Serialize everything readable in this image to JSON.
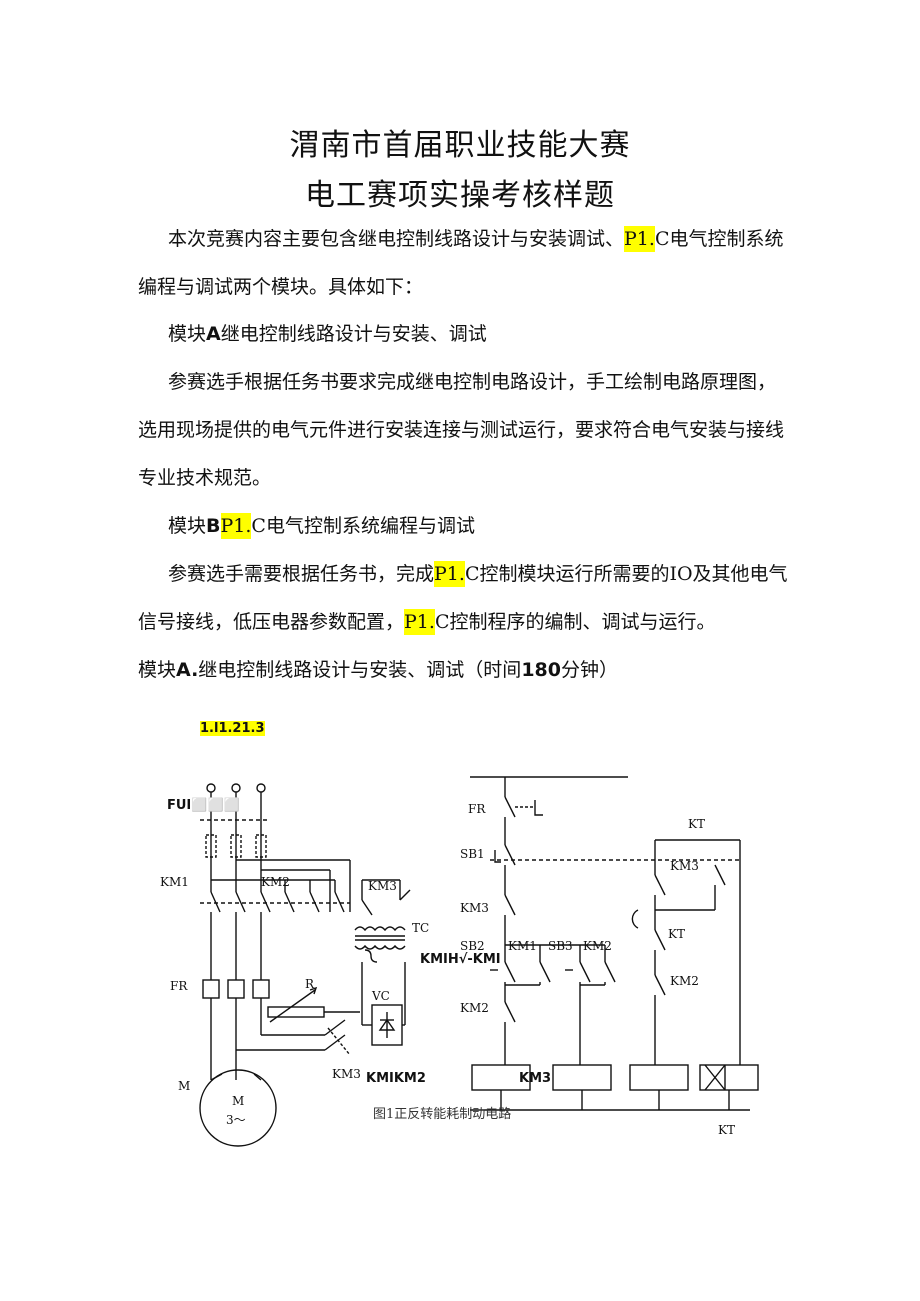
{
  "title": {
    "line1": "渭南市首届职业技能大赛",
    "line2": "电工赛项实操考核样题"
  },
  "intro": {
    "p1_a": "本次竞赛内容主要包含继电控制线路设计与安装调试、",
    "p1_hl": "P1.",
    "p1_b": "C电气控制系统",
    "p2": "编程与调试两个模块。具体如下："
  },
  "moduleA": {
    "heading_a": "模块",
    "heading_b": "A",
    "heading_c": "继电控制线路设计与安装、调试",
    "body1": "参赛选手根据任务书要求完成继电控制电路设计，手工绘制电路原理图，",
    "body2": "选用现场提供的电气元件进行安装连接与测试运行，要求符合电气安装与接线",
    "body3": "专业技术规范。"
  },
  "moduleB": {
    "heading_a": "模块",
    "heading_b": "B",
    "heading_hl": "P1.",
    "heading_c": "C电气控制系统编程与调试",
    "body1_a": "参赛选手需要根据任务书，完成",
    "body1_hl": "P1.",
    "body1_b": "C控制模块运行所需要的IO及其他电气",
    "body2_a": "信号接线，低压电器参数配置，",
    "body2_hl": "P1.",
    "body2_b": "C控制程序的编制、调试与运行。"
  },
  "section": {
    "a": "模块",
    "b": "A.",
    "c": "继电控制线路设计与安装、调试（时间",
    "d": "180",
    "e": "分钟）"
  },
  "figure": {
    "ref_label": "1.l1.21.3",
    "fu_label": "FUI⬜⬜⬜",
    "kmih_label": "KMIH√-KMI",
    "kmikm2_label": "KMIKM2",
    "km3_label": "KM3",
    "caption": "图1正反转能耗制动电路",
    "labels": {
      "fr": "FR",
      "km1": "KM1",
      "km2": "KM2",
      "km3": "KM3",
      "tc": "TC",
      "r": "R",
      "vc": "VC",
      "m": "M",
      "motor_m": "M",
      "motor_3": "3～",
      "fr2": "FR",
      "sb1": "SB1",
      "km3b": "KM3",
      "sb2": "SB2",
      "km1b": "KM1",
      "sb3": "SB3",
      "km2b": "KM2",
      "kt": "KT",
      "km3c": "KM3",
      "ktb": "KT",
      "km2c": "KM2",
      "km2d": "KM2",
      "ktc": "KT",
      "km3d": "KM3"
    }
  }
}
